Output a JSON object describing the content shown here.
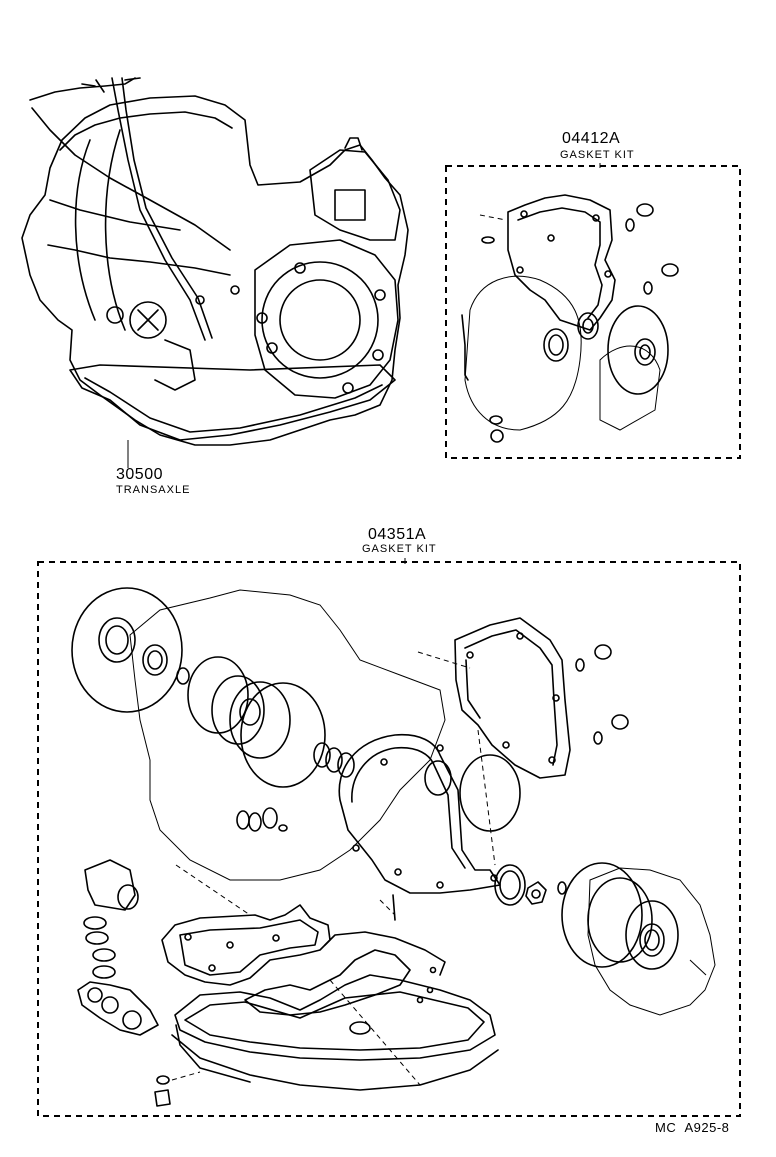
{
  "parts": [
    {
      "number": "30500",
      "name": "TRANSAXLE"
    },
    {
      "number": "04412A",
      "name": "GASKET KIT"
    },
    {
      "number": "04351A",
      "name": "GASKET KIT"
    }
  ],
  "footer": {
    "code_prefix": "MC",
    "code": "A925-8"
  }
}
